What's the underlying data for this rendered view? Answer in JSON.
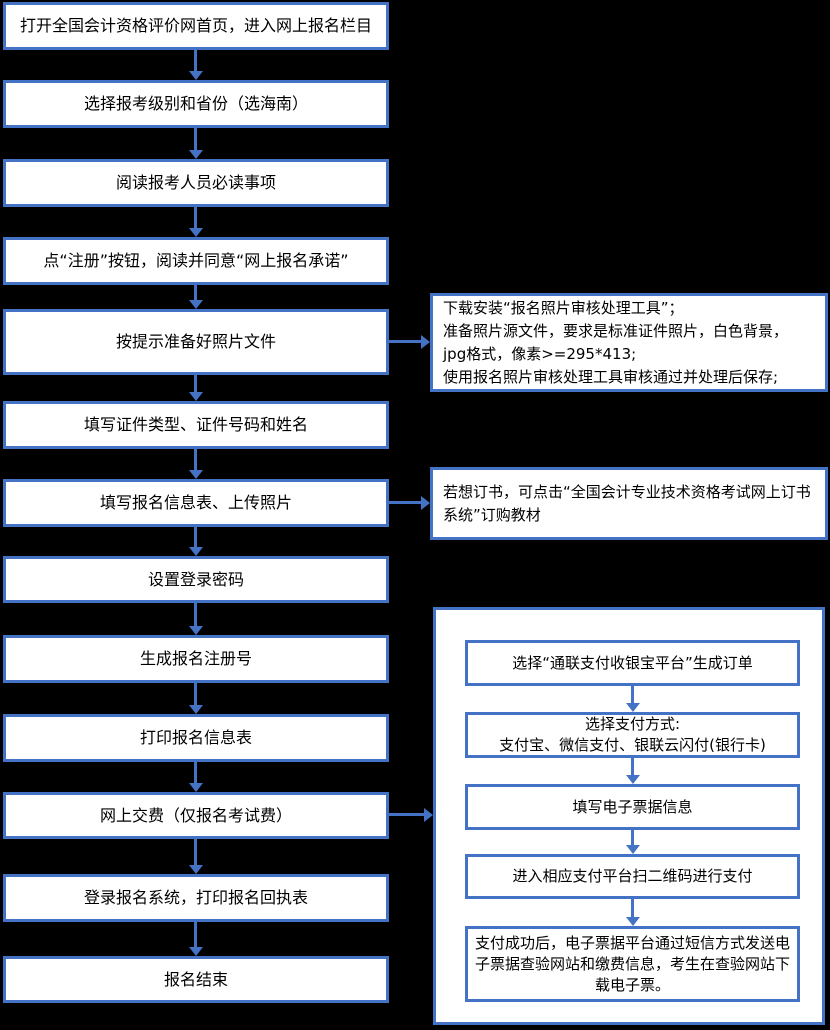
{
  "colors": {
    "accent": "#4472C4",
    "box_fill": "#FFFFFF",
    "background": "#000000",
    "text": "#000000"
  },
  "main_flow": [
    {
      "label": "打开全国会计资格评价网首页，进入网上报名栏目"
    },
    {
      "label": "选择报考级别和省份（选海南）"
    },
    {
      "label": "阅读报考人员必读事项"
    },
    {
      "label": "点“注册”按钮，阅读并同意“网上报名承诺”"
    },
    {
      "label": "按提示准备好照片文件"
    },
    {
      "label": "填写证件类型、证件号码和姓名"
    },
    {
      "label": "填写报名信息表、上传照片"
    },
    {
      "label": "设置登录密码"
    },
    {
      "label": "生成报名注册号"
    },
    {
      "label": "打印报名信息表"
    },
    {
      "label": "网上交费（仅报名考试费）"
    },
    {
      "label": "登录报名系统，打印报名回执表"
    },
    {
      "label": "报名结束"
    }
  ],
  "side_notes": [
    {
      "label": "下载安装“报名照片审核处理工具”；\n准备照片源文件，要求是标准证件照片，白色背景，\njpg格式，像素>=295*413;\n使用报名照片审核处理工具审核通过并处理后保存;"
    },
    {
      "label": "若想订书，可点击“全国会计专业技术资格考试网上订书系统”订购教材"
    }
  ],
  "payment_flow": [
    {
      "label": "选择“通联支付收银宝平台”生成订单"
    },
    {
      "label": "选择支付方式:\n支付宝、微信支付、银联云闪付(银行卡)"
    },
    {
      "label": "填写电子票据信息"
    },
    {
      "label": "进入相应支付平台扫二维码进行支付"
    },
    {
      "label": "支付成功后，电子票据平台通过短信方式发送电子票据查验网站和缴费信息，考生在查验网站下载电子票。"
    }
  ]
}
